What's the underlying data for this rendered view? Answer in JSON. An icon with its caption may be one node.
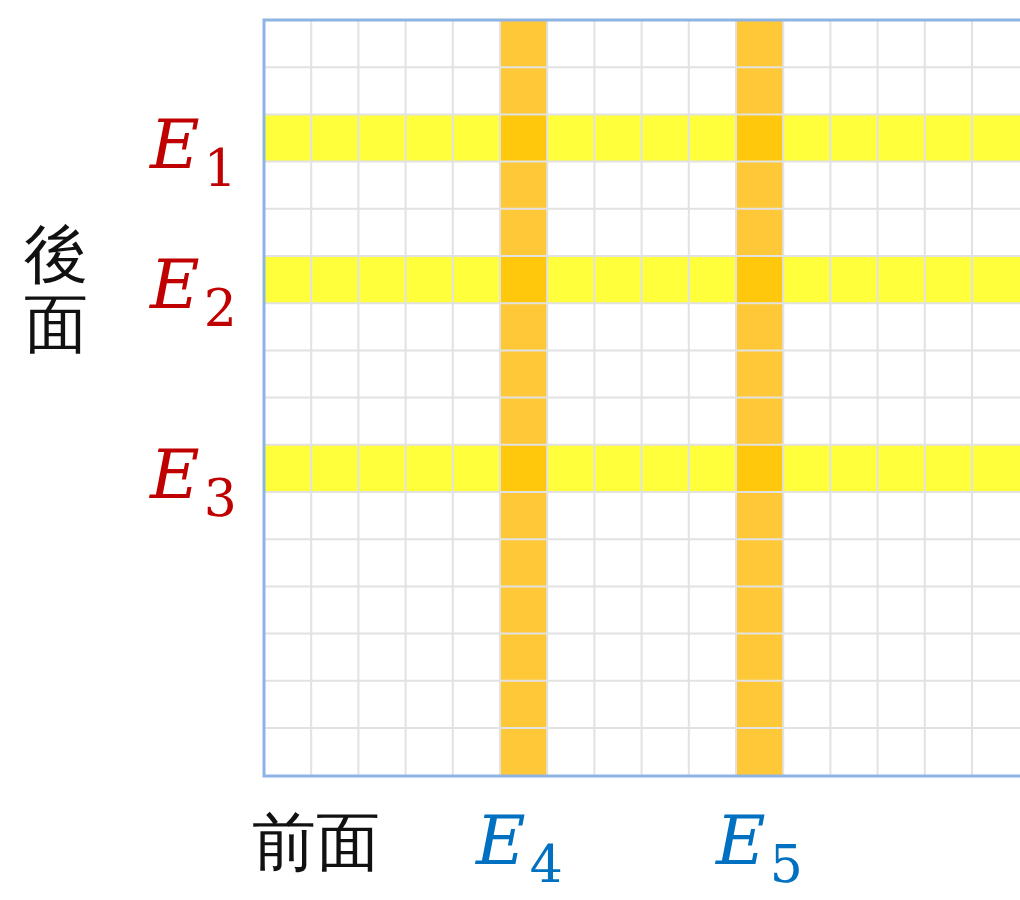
{
  "diagram": {
    "nodes": [
      {
        "text": [],
        "shape": "bar",
        "beside": [
          "*E*$_{1}$"
        ]
      },
      {
        "text": [],
        "shape": "bar",
        "beside": [
          "*E*$_{2}$"
        ]
      },
      {
        "text": [],
        "shape": "bar",
        "beside": [
          "*E*$_{3}$"
        ]
      },
      {
        "text": [],
        "shape": "bar",
        "beside": [
          "*E*$_{4}$"
        ]
      },
      {
        "text": [],
        "shape": "bar",
        "beside": [
          "*E*$_{5}$"
        ]
      }
    ],
    "labels": [
      "後面",
      "前面"
    ]
  }
}
